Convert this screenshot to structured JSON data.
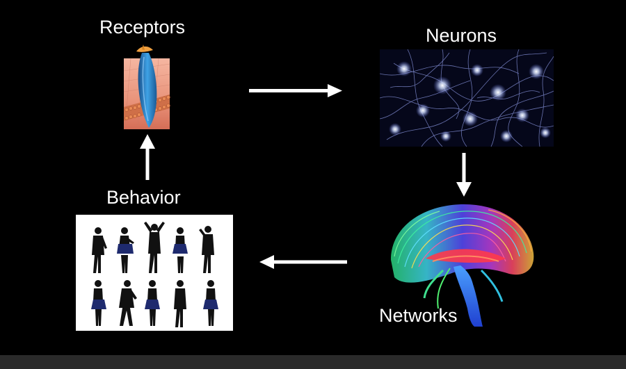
{
  "diagram": {
    "receptors_label": "Receptors",
    "neurons_label": "Neurons",
    "networks_label": "Networks",
    "behavior_label": "Behavior"
  },
  "colors": {
    "background": "#000000",
    "arrow": "#ffffff",
    "neuron_glow": "#dbe6ff",
    "neuron_fibers": "#7a86c8",
    "receptor_membrane": "#e59a7c",
    "receptor_protein": "#2f86c8",
    "receptor_cap": "#f0a040",
    "behavior_bg": "#ffffff",
    "silhouette": "#111111",
    "skirt": "#1e2a6e"
  }
}
